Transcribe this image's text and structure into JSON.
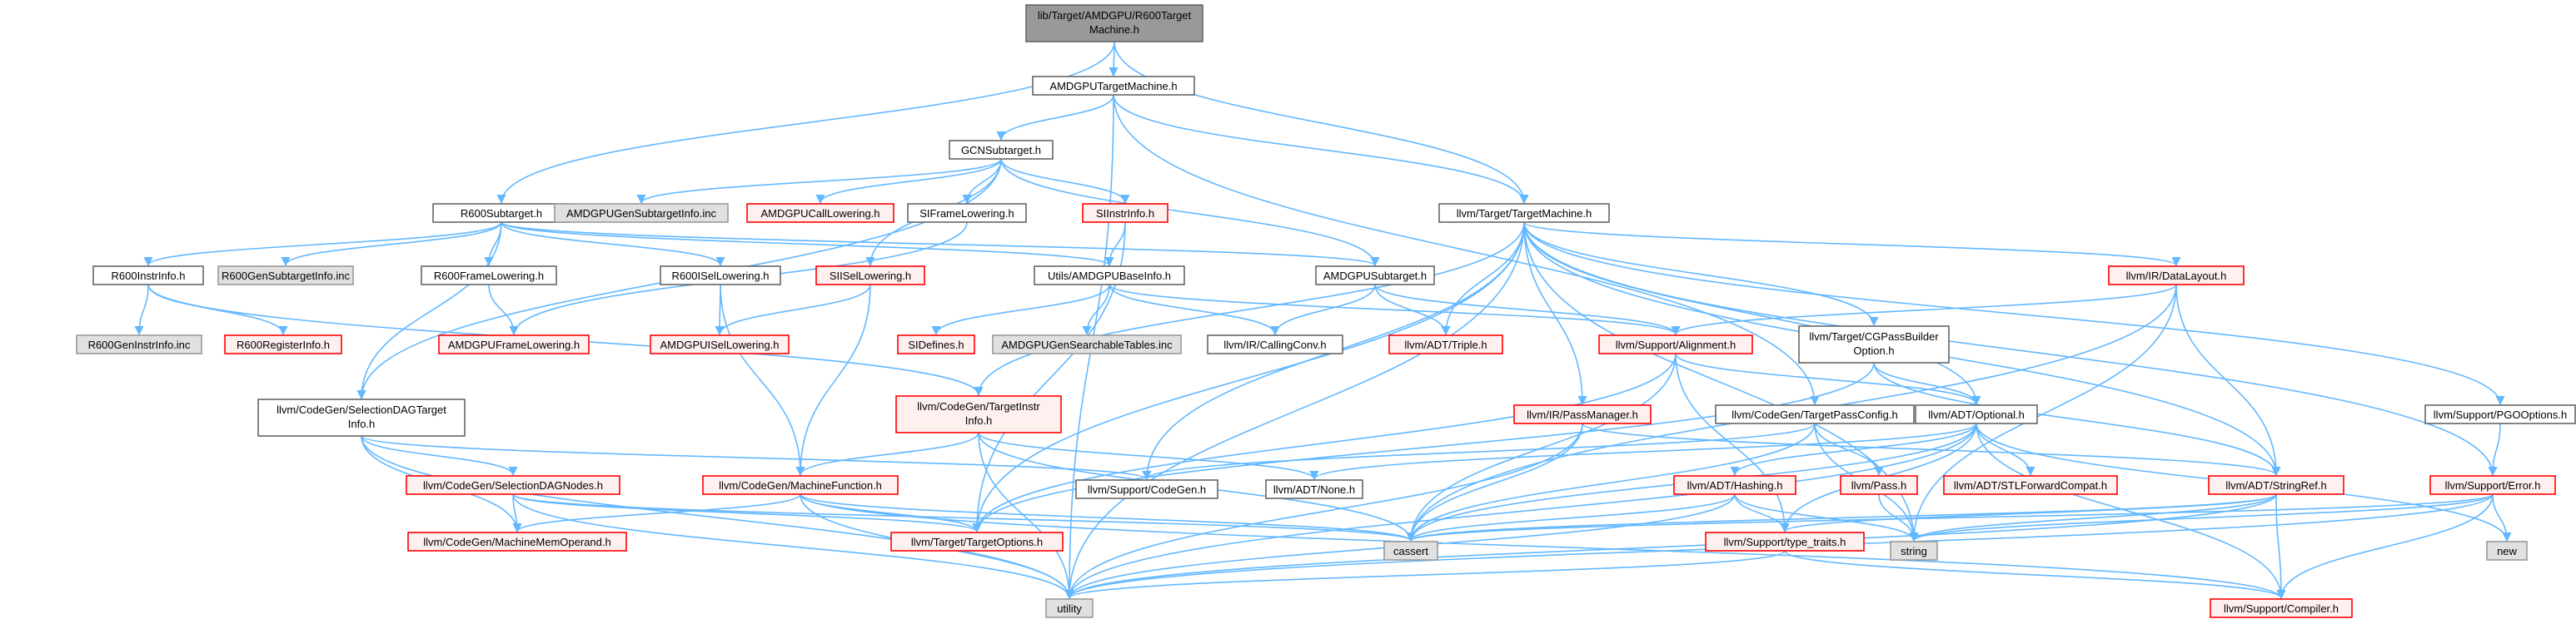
{
  "colors": {
    "edge": "#63b8ff",
    "root_fill": "#999999",
    "root_border": "#666666",
    "normal_fill": "#ffffff",
    "normal_border": "#666666",
    "truncated_fill": "#fff0f0",
    "truncated_border": "#ff0000",
    "external_fill": "#e0e0e0",
    "external_border": "#999999"
  },
  "nodes": [
    {
      "id": "root",
      "label": "lib/Target/AMDGPU/R600Target\nMachine.h",
      "kind": "root"
    },
    {
      "id": "amdgpu_tm",
      "label": "AMDGPUTargetMachine.h",
      "kind": "normal"
    },
    {
      "id": "gcn",
      "label": "GCNSubtarget.h",
      "kind": "normal"
    },
    {
      "id": "r600sub",
      "label": "R600Subtarget.h",
      "kind": "normal"
    },
    {
      "id": "gen_sub_inc",
      "label": "AMDGPUGenSubtargetInfo.inc",
      "kind": "external"
    },
    {
      "id": "call_lower",
      "label": "AMDGPUCallLowering.h",
      "kind": "truncated"
    },
    {
      "id": "si_frame",
      "label": "SIFrameLowering.h",
      "kind": "normal"
    },
    {
      "id": "si_instr",
      "label": "SIInstrInfo.h",
      "kind": "truncated"
    },
    {
      "id": "target_machine",
      "label": "llvm/Target/TargetMachine.h",
      "kind": "normal"
    },
    {
      "id": "r600_instr",
      "label": "R600InstrInfo.h",
      "kind": "normal"
    },
    {
      "id": "r600_gen_sub",
      "label": "R600GenSubtargetInfo.inc",
      "kind": "external"
    },
    {
      "id": "r600_frame",
      "label": "R600FrameLowering.h",
      "kind": "normal"
    },
    {
      "id": "r600_isel",
      "label": "R600ISelLowering.h",
      "kind": "normal"
    },
    {
      "id": "si_isel",
      "label": "SIISelLowering.h",
      "kind": "truncated"
    },
    {
      "id": "utils_base",
      "label": "Utils/AMDGPUBaseInfo.h",
      "kind": "normal"
    },
    {
      "id": "amdgpu_sub",
      "label": "AMDGPUSubtarget.h",
      "kind": "normal"
    },
    {
      "id": "data_layout",
      "label": "llvm/IR/DataLayout.h",
      "kind": "truncated"
    },
    {
      "id": "r600_gen_instr",
      "label": "R600GenInstrInfo.inc",
      "kind": "external"
    },
    {
      "id": "r600_reg",
      "label": "R600RegisterInfo.h",
      "kind": "truncated"
    },
    {
      "id": "amdgpu_frame",
      "label": "AMDGPUFrameLowering.h",
      "kind": "truncated"
    },
    {
      "id": "amdgpu_isel",
      "label": "AMDGPUISelLowering.h",
      "kind": "truncated"
    },
    {
      "id": "sidefines",
      "label": "SIDefines.h",
      "kind": "truncated"
    },
    {
      "id": "searchable",
      "label": "AMDGPUGenSearchableTables.inc",
      "kind": "external"
    },
    {
      "id": "calling_conv",
      "label": "llvm/IR/CallingConv.h",
      "kind": "normal"
    },
    {
      "id": "triple",
      "label": "llvm/ADT/Triple.h",
      "kind": "truncated"
    },
    {
      "id": "alignment",
      "label": "llvm/Support/Alignment.h",
      "kind": "truncated"
    },
    {
      "id": "cg_pass_builder",
      "label": "llvm/Target/CGPassBuilder\nOption.h",
      "kind": "normal"
    },
    {
      "id": "pgo",
      "label": "llvm/Support/PGOOptions.h",
      "kind": "normal"
    },
    {
      "id": "seldag_target",
      "label": "llvm/CodeGen/SelectionDAGTarget\nInfo.h",
      "kind": "normal"
    },
    {
      "id": "target_instr",
      "label": "llvm/CodeGen/TargetInstr\nInfo.h",
      "kind": "truncated"
    },
    {
      "id": "pass_manager",
      "label": "llvm/IR/PassManager.h",
      "kind": "truncated"
    },
    {
      "id": "tpass_config",
      "label": "llvm/CodeGen/TargetPassConfig.h",
      "kind": "normal"
    },
    {
      "id": "optional",
      "label": "llvm/ADT/Optional.h",
      "kind": "normal"
    },
    {
      "id": "seldag_nodes",
      "label": "llvm/CodeGen/SelectionDAGNodes.h",
      "kind": "truncated"
    },
    {
      "id": "support_codegen",
      "label": "llvm/Support/CodeGen.h",
      "kind": "normal"
    },
    {
      "id": "machine_func",
      "label": "llvm/CodeGen/MachineFunction.h",
      "kind": "truncated"
    },
    {
      "id": "adt_none",
      "label": "llvm/ADT/None.h",
      "kind": "normal"
    },
    {
      "id": "hashing",
      "label": "llvm/ADT/Hashing.h",
      "kind": "truncated"
    },
    {
      "id": "pass",
      "label": "llvm/Pass.h",
      "kind": "truncated"
    },
    {
      "id": "stl_forward",
      "label": "llvm/ADT/STLForwardCompat.h",
      "kind": "truncated"
    },
    {
      "id": "stringref",
      "label": "llvm/ADT/StringRef.h",
      "kind": "truncated"
    },
    {
      "id": "error",
      "label": "llvm/Support/Error.h",
      "kind": "truncated"
    },
    {
      "id": "mach_mem_op",
      "label": "llvm/CodeGen/MachineMemOperand.h",
      "kind": "truncated"
    },
    {
      "id": "target_options",
      "label": "llvm/Target/TargetOptions.h",
      "kind": "truncated"
    },
    {
      "id": "cassert",
      "label": "cassert",
      "kind": "external"
    },
    {
      "id": "string",
      "label": "string",
      "kind": "external"
    },
    {
      "id": "type_traits",
      "label": "llvm/Support/type_traits.h",
      "kind": "truncated"
    },
    {
      "id": "new",
      "label": "new",
      "kind": "external"
    },
    {
      "id": "utility",
      "label": "utility",
      "kind": "external"
    },
    {
      "id": "compiler",
      "label": "llvm/Support/Compiler.h",
      "kind": "truncated"
    }
  ],
  "edges": [
    [
      "root",
      "amdgpu_tm"
    ],
    [
      "root",
      "r600sub"
    ],
    [
      "root",
      "target_machine"
    ],
    [
      "amdgpu_tm",
      "gcn"
    ],
    [
      "amdgpu_tm",
      "target_machine"
    ],
    [
      "amdgpu_tm",
      "utility"
    ],
    [
      "amdgpu_tm",
      "tpass_config"
    ],
    [
      "gcn",
      "gen_sub_inc"
    ],
    [
      "gcn",
      "call_lower"
    ],
    [
      "gcn",
      "si_frame"
    ],
    [
      "gcn",
      "si_instr"
    ],
    [
      "gcn",
      "si_isel"
    ],
    [
      "gcn",
      "amdgpu_sub"
    ],
    [
      "gcn",
      "seldag_target"
    ],
    [
      "r600sub",
      "r600_instr"
    ],
    [
      "r600sub",
      "r600_gen_sub"
    ],
    [
      "r600sub",
      "r600_frame"
    ],
    [
      "r600sub",
      "r600_isel"
    ],
    [
      "r600sub",
      "utils_base"
    ],
    [
      "r600sub",
      "amdgpu_sub"
    ],
    [
      "r600sub",
      "seldag_target"
    ],
    [
      "si_frame",
      "amdgpu_frame"
    ],
    [
      "si_instr",
      "utils_base"
    ],
    [
      "si_instr",
      "target_options"
    ],
    [
      "r600_instr",
      "r600_gen_instr"
    ],
    [
      "r600_instr",
      "r600_reg"
    ],
    [
      "r600_instr",
      "target_instr"
    ],
    [
      "r600_frame",
      "amdgpu_frame"
    ],
    [
      "r600_isel",
      "amdgpu_isel"
    ],
    [
      "r600_isel",
      "machine_func"
    ],
    [
      "si_isel",
      "amdgpu_isel"
    ],
    [
      "si_isel",
      "machine_func"
    ],
    [
      "utils_base",
      "sidefines"
    ],
    [
      "utils_base",
      "searchable"
    ],
    [
      "utils_base",
      "calling_conv"
    ],
    [
      "utils_base",
      "alignment"
    ],
    [
      "amdgpu_sub",
      "triple"
    ],
    [
      "amdgpu_sub",
      "alignment"
    ],
    [
      "amdgpu_sub",
      "calling_conv"
    ],
    [
      "target_machine",
      "data_layout"
    ],
    [
      "target_machine",
      "triple"
    ],
    [
      "target_machine",
      "cg_pass_builder"
    ],
    [
      "target_machine",
      "pgo"
    ],
    [
      "target_machine",
      "pass_manager"
    ],
    [
      "target_machine",
      "optional"
    ],
    [
      "target_machine",
      "stringref"
    ],
    [
      "target_machine",
      "error"
    ],
    [
      "target_machine",
      "support_codegen"
    ],
    [
      "target_machine",
      "target_instr"
    ],
    [
      "target_machine",
      "target_options"
    ],
    [
      "target_machine",
      "string"
    ],
    [
      "target_machine",
      "utility"
    ],
    [
      "data_layout",
      "alignment"
    ],
    [
      "data_layout",
      "stringref"
    ],
    [
      "data_layout",
      "cassert"
    ],
    [
      "data_layout",
      "string"
    ],
    [
      "alignment",
      "optional"
    ],
    [
      "alignment",
      "target_options"
    ],
    [
      "alignment",
      "cassert"
    ],
    [
      "alignment",
      "type_traits"
    ],
    [
      "cg_pass_builder",
      "optional"
    ],
    [
      "cg_pass_builder",
      "stringref"
    ],
    [
      "cg_pass_builder",
      "target_options"
    ],
    [
      "pgo",
      "error"
    ],
    [
      "seldag_target",
      "seldag_nodes"
    ],
    [
      "seldag_target",
      "mach_mem_op"
    ],
    [
      "seldag_target",
      "support_codegen"
    ],
    [
      "seldag_target",
      "utility"
    ],
    [
      "target_instr",
      "machine_func"
    ],
    [
      "target_instr",
      "adt_none"
    ],
    [
      "target_instr",
      "cassert"
    ],
    [
      "target_instr",
      "utility"
    ],
    [
      "pass_manager",
      "stringref"
    ],
    [
      "pass_manager",
      "cassert"
    ],
    [
      "pass_manager",
      "utility"
    ],
    [
      "tpass_config",
      "pass"
    ],
    [
      "tpass_config",
      "support_codegen"
    ],
    [
      "tpass_config",
      "cassert"
    ],
    [
      "tpass_config",
      "string"
    ],
    [
      "optional",
      "adt_none"
    ],
    [
      "optional",
      "hashing"
    ],
    [
      "optional",
      "stl_forward"
    ],
    [
      "optional",
      "new"
    ],
    [
      "optional",
      "cassert"
    ],
    [
      "optional",
      "utility"
    ],
    [
      "optional",
      "type_traits"
    ],
    [
      "optional",
      "compiler"
    ],
    [
      "seldag_nodes",
      "mach_mem_op"
    ],
    [
      "seldag_nodes",
      "target_options"
    ],
    [
      "seldag_nodes",
      "cassert"
    ],
    [
      "seldag_nodes",
      "utility"
    ],
    [
      "machine_func",
      "mach_mem_op"
    ],
    [
      "machine_func",
      "target_options"
    ],
    [
      "machine_func",
      "cassert"
    ],
    [
      "machine_func",
      "utility"
    ],
    [
      "machine_func",
      "compiler"
    ],
    [
      "hashing",
      "type_traits"
    ],
    [
      "hashing",
      "cassert"
    ],
    [
      "hashing",
      "string"
    ],
    [
      "hashing",
      "utility"
    ],
    [
      "pass",
      "string"
    ],
    [
      "stringref",
      "type_traits"
    ],
    [
      "stringref",
      "compiler"
    ],
    [
      "stringref",
      "cassert"
    ],
    [
      "stringref",
      "string"
    ],
    [
      "stringref",
      "utility"
    ],
    [
      "error",
      "new"
    ],
    [
      "error",
      "compiler"
    ],
    [
      "error",
      "cassert"
    ],
    [
      "error",
      "string"
    ],
    [
      "error",
      "utility"
    ],
    [
      "type_traits",
      "compiler"
    ],
    [
      "type_traits",
      "utility"
    ]
  ]
}
